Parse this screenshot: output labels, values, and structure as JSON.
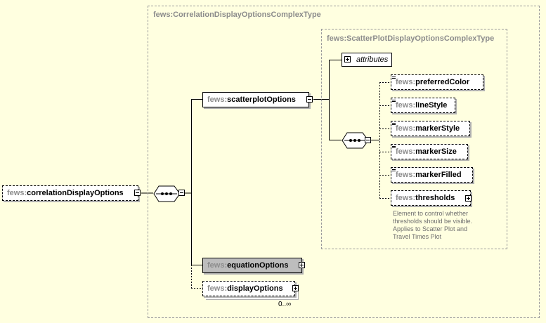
{
  "outer_type": {
    "label": "fews:CorrelationDisplayOptionsComplexType"
  },
  "inner_type": {
    "label": "fews:ScatterPlotDisplayOptionsComplexType"
  },
  "root": {
    "ns": "fews:",
    "name": "correlationDisplayOptions"
  },
  "elements": {
    "scatterplot": {
      "ns": "fews:",
      "name": "scatterplotOptions"
    },
    "equation": {
      "ns": "fews:",
      "name": "equationOptions"
    },
    "display": {
      "ns": "fews:",
      "name": "displayOptions",
      "multiplicity": "0..∞"
    }
  },
  "attributes": {
    "label": "attributes"
  },
  "children": [
    {
      "ns": "fews:",
      "name": "preferredColor"
    },
    {
      "ns": "fews:",
      "name": "lineStyle"
    },
    {
      "ns": "fews:",
      "name": "markerStyle"
    },
    {
      "ns": "fews:",
      "name": "markerSize"
    },
    {
      "ns": "fews:",
      "name": "markerFilled"
    },
    {
      "ns": "fews:",
      "name": "thresholds"
    }
  ],
  "thresholds_annotation": "Element to control whether thresholds should be visible. Applies to Scatter Plot and Travel Times Plot"
}
